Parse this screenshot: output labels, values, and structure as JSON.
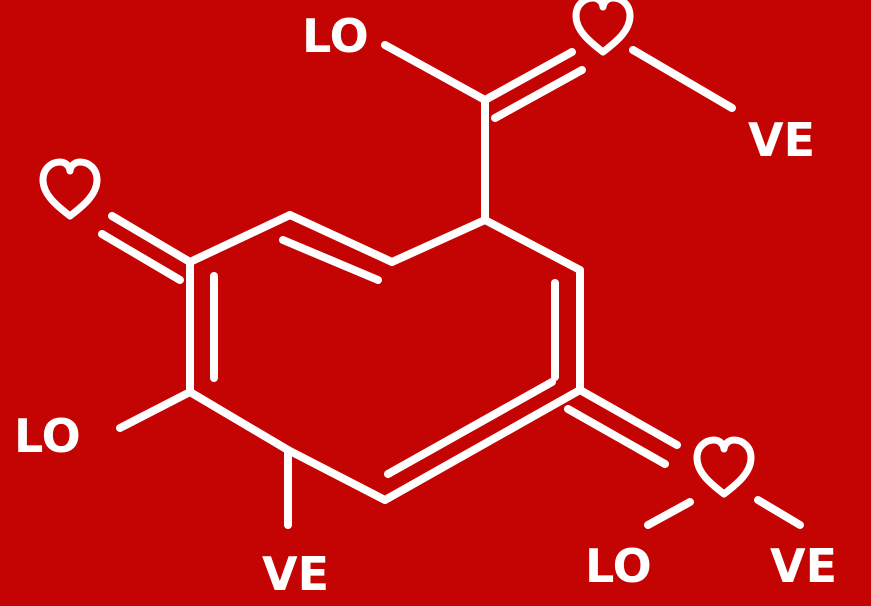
{
  "colors": {
    "background": "#c40303",
    "foreground": "#ffffff"
  },
  "labels": {
    "top_left": "LO",
    "top_right": "VE",
    "left": "LO",
    "bottom": "VE",
    "bottom_left": "LO",
    "bottom_right": "VE"
  },
  "icons": {
    "oxygen_symbol": "heart-icon"
  }
}
